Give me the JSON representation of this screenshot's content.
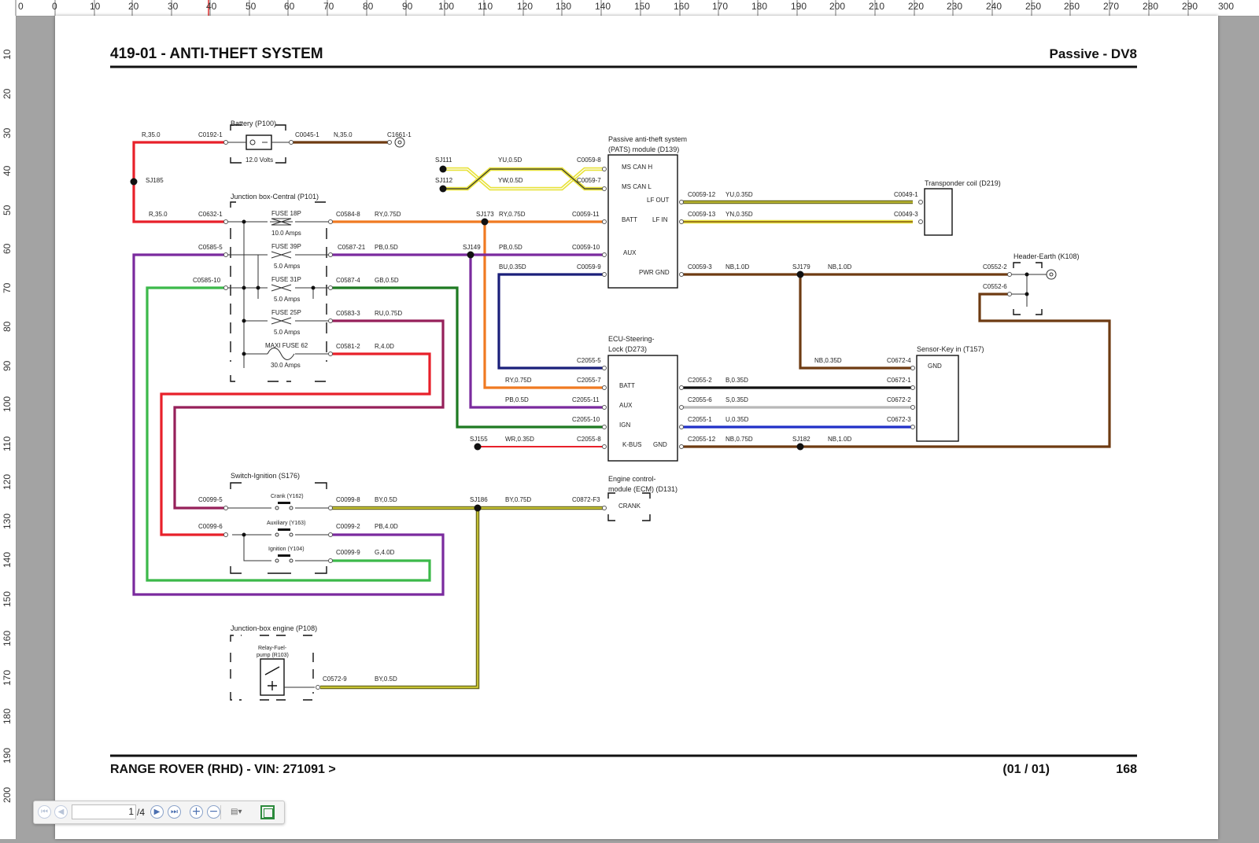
{
  "rulers": {
    "top": [
      "0",
      "0",
      "10",
      "20",
      "30",
      "40",
      "50",
      "60",
      "70",
      "80",
      "90",
      "100",
      "110",
      "120",
      "130",
      "140",
      "150",
      "160",
      "170",
      "180",
      "190",
      "200",
      "210",
      "220",
      "230",
      "240",
      "250",
      "260",
      "270",
      "280",
      "290",
      "300"
    ],
    "left": [
      "10",
      "20",
      "30",
      "40",
      "50",
      "60",
      "70",
      "80",
      "90",
      "100",
      "110",
      "120",
      "130",
      "140",
      "150",
      "160",
      "170",
      "180",
      "190",
      "200"
    ]
  },
  "document": {
    "title": "419-01 - ANTI-THEFT SYSTEM",
    "subtitle": "Passive - DV8",
    "footer_left": "RANGE ROVER  (RHD) - VIN: 271091 >",
    "footer_page": "(01 / 01)",
    "footer_number": "168"
  },
  "colors": {
    "red": "#e8202a",
    "violet": "#7a2a9e",
    "green": "#3cb94a",
    "darkgreen": "#1e7a22",
    "orange": "#f07a22",
    "maroon": "#96205a",
    "navy": "#1a1f7a",
    "brown": "#6e3b12",
    "yellow": "#e8e23a",
    "olive": "#6b6a1e",
    "black": "#111111",
    "blue": "#2030c8",
    "silver": "#b8b8b8"
  },
  "components": {
    "battery": {
      "name": "Battery (P100)",
      "spec": "12.0 Volts"
    },
    "jbox_central": {
      "name": "Junction box-Central (P101)"
    },
    "pats": {
      "name_line1": "Passive anti-theft system",
      "name_line2": "(PATS) module (D139)",
      "pins": [
        "MS CAN H",
        "MS CAN L",
        "LF OUT",
        "BATT",
        "LF IN",
        "AUX",
        "PWR GND"
      ]
    },
    "transponder": {
      "name": "Transponder coil (D219)"
    },
    "header_earth": {
      "name": "Header-Earth (K108)"
    },
    "steering_lock": {
      "name_line1": "ECU-Steering-",
      "name_line2": "Lock (D273)",
      "pins": [
        "BATT",
        "AUX",
        "IGN",
        "K-BUS",
        "GND"
      ]
    },
    "sensor_key": {
      "name": "Sensor-Key in (T157)",
      "pins": [
        "GND"
      ]
    },
    "ignition_switch": {
      "name": "Switch-Ignition (S176)",
      "contacts": [
        "Crank (Y162)",
        "Auxiliary (Y163)",
        "Ignition (Y104)"
      ]
    },
    "ecm": {
      "name_line1": "Engine control-",
      "name_line2": "module (ECM) (D131)",
      "pins": [
        "CRANK"
      ]
    },
    "jbox_engine": {
      "name": "Junction-box engine (P108)",
      "relay_line1": "Relay-Fuel-",
      "relay_line2": "pump (R103)"
    }
  },
  "fuses": [
    {
      "name": "FUSE 18P",
      "rating": "10.0 Amps"
    },
    {
      "name": "FUSE 39P",
      "rating": "5.0 Amps"
    },
    {
      "name": "FUSE 31P",
      "rating": "5.0 Amps"
    },
    {
      "name": "FUSE 25P",
      "rating": "5.0 Amps"
    },
    {
      "name": "MAXI FUSE 62",
      "rating": "30.0 Amps"
    }
  ],
  "splices": [
    "SJ185",
    "SJ111",
    "SJ112",
    "SJ173",
    "SJ149",
    "SJ179",
    "SJ155",
    "SJ182",
    "SJ186"
  ],
  "wires": {
    "w_r35_top": "R,35.0",
    "w_r35_mid": "R,35.0",
    "w_n35": "N,35.0",
    "w_yu05": "YU,0.5D",
    "w_yw05": "YW,0.5D",
    "w_ry075_a": "RY,0.75D",
    "w_ry075_b": "RY,0.75D",
    "w_pb05_a": "PB,0.5D",
    "w_bu035": "BU,0.35D",
    "w_gb05": "GB,0.5D",
    "w_ru075": "RU,0.75D",
    "w_r40": "R,4.0D",
    "w_yu035": "YU,0.35D",
    "w_yn035": "YN,0.35D",
    "w_nb10_a": "NB,1.0D",
    "w_nb10_b": "NB,1.0D",
    "w_nb035": "NB,0.35D",
    "w_ry075_c": "RY,0.75D",
    "w_pb05_b": "PB,0.5D",
    "w_wr035": "WR,0.35D",
    "w_b035": "B,0.35D",
    "w_s035": "S,0.35D",
    "w_u035": "U,0.35D",
    "w_nb075": "NB,0.75D",
    "w_nb10_c": "NB,1.0D",
    "w_by05_a": "BY,0.5D",
    "w_by075": "BY,0.75D",
    "w_pb40": "PB,4.0D",
    "w_g40": "G,4.0D",
    "w_by05_b": "BY,0.5D"
  },
  "connectors": {
    "c0192_1": "C0192-1",
    "c0045_1": "C0045-1",
    "c1661_1": "C1661-1",
    "c0632_1": "C0632-1",
    "c0585_5": "C0585-5",
    "c0585_10": "C0585-10",
    "c0584_8": "C0584-8",
    "c0587_21": "C0587-21",
    "c0587_4": "C0587-4",
    "c0583_3": "C0583-3",
    "c0581_2": "C0581-2",
    "c0059_8": "C0059-8",
    "c0059_7": "C0059-7",
    "c0059_11": "C0059-11",
    "c0059_10": "C0059-10",
    "c0059_9": "C0059-9",
    "c0059_12": "C0059-12",
    "c0059_13": "C0059-13",
    "c0059_3": "C0059-3",
    "c0049_1": "C0049-1",
    "c0049_3": "C0049-3",
    "c0552_2": "C0552-2",
    "c0552_6": "C0552-6",
    "c2055_5": "C2055-5",
    "c2055_7": "C2055-7",
    "c2055_11": "C2055-11",
    "c2055_10": "C2055-10",
    "c2055_8": "C2055-8",
    "c2055_2": "C2055-2",
    "c2055_6": "C2055-6",
    "c2055_1": "C2055-1",
    "c2055_12": "C2055-12",
    "c0672_4": "C0672-4",
    "c0672_1": "C0672-1",
    "c0672_2": "C0672-2",
    "c0672_3": "C0672-3",
    "c0099_5": "C0099-5",
    "c0099_6": "C0099-6",
    "c0099_8": "C0099-8",
    "c0099_2": "C0099-2",
    "c0099_9": "C0099-9",
    "c0872_f3": "C0872-F3",
    "c0572_9": "C0572-9"
  },
  "viewer": {
    "page_value": "1",
    "page_total": "/4",
    "first": "⏮",
    "prev": "◀",
    "next": "▶",
    "last": "⏭",
    "zoom_in": "+",
    "zoom_out": "−",
    "mode": "▤▾"
  }
}
